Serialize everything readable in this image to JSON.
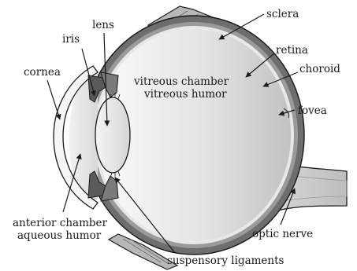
{
  "labels": {
    "lens": "lens",
    "sclera": "sclera",
    "iris": "iris",
    "retina": "retina",
    "choroid": "choroid",
    "cornea": "cornea",
    "vitreous_line1": "vitreous chamber",
    "vitreous_line2": "vitreous humor",
    "fovea": "fovea",
    "anterior_line1": "anterior chamber",
    "anterior_line2": "aqueous humor",
    "optic_nerve": "optic nerve",
    "suspensory": "suspensory ligaments"
  },
  "colors": {
    "line": "#1a1a1a",
    "sclera_band": "#6e6e6e",
    "vitreous_light": "#fafafa",
    "vitreous_dark": "#c4c4c4"
  }
}
